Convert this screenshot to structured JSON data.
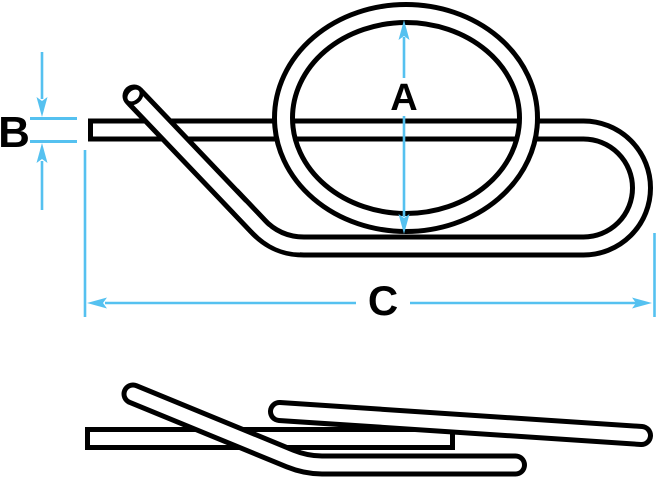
{
  "diagram": {
    "type": "technical-dimension-drawing",
    "subject": "r-clip-safety-pin",
    "labels": {
      "a": "A",
      "b": "B",
      "c": "C"
    },
    "colors": {
      "wire_outline": "#000000",
      "wire_fill": "#ffffff",
      "dimension": "#55C1F0",
      "background": "#ffffff"
    },
    "views": {
      "top": "top-view",
      "side": "side-view"
    }
  }
}
